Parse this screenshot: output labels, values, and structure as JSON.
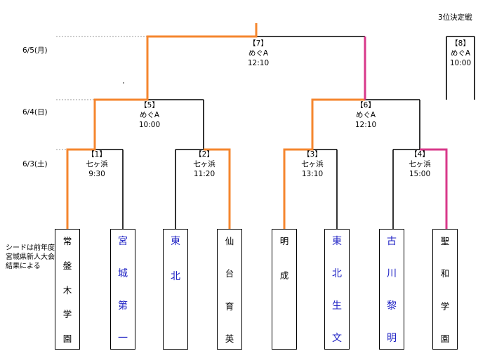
{
  "third_place_title": "3位決定戦",
  "dates": [
    "6/5(月)",
    "6/4(日)",
    "6/3(土)"
  ],
  "note": "シードは前年度宮城県新人大会結果による",
  "matches": [
    {
      "no": "【1】",
      "venue": "七ヶ浜",
      "time": "9:30"
    },
    {
      "no": "【2】",
      "venue": "七ヶ浜",
      "time": "11:20"
    },
    {
      "no": "【3】",
      "venue": "七ヶ浜",
      "time": "13:10"
    },
    {
      "no": "【4】",
      "venue": "七ヶ浜",
      "time": "15:00"
    },
    {
      "no": "【5】",
      "venue": "めぐA",
      "time": "10:00"
    },
    {
      "no": "【6】",
      "venue": "めぐA",
      "time": "12:10"
    },
    {
      "no": "【7】",
      "venue": "めぐA",
      "time": "12:10"
    },
    {
      "no": "【8】",
      "venue": "めぐA",
      "time": "10:00"
    }
  ],
  "teams": [
    {
      "name": "常盤木学園",
      "color": "#000000"
    },
    {
      "name": "宮城第一",
      "color": "#1f22c4"
    },
    {
      "name": "東北",
      "color": "#1f22c4"
    },
    {
      "name": "仙台育英",
      "color": "#000000"
    },
    {
      "name": "明成",
      "color": "#000000"
    },
    {
      "name": "東北生文",
      "color": "#1f22c4"
    },
    {
      "name": "古川黎明",
      "color": "#1f22c4"
    },
    {
      "name": "聖和学園",
      "color": "#000000"
    }
  ],
  "colors": {
    "line": "#000000",
    "orange": "#f5862e",
    "magenta": "#d8388a",
    "guide": "#9a9a9a",
    "blue_team": "#1f22c4"
  }
}
